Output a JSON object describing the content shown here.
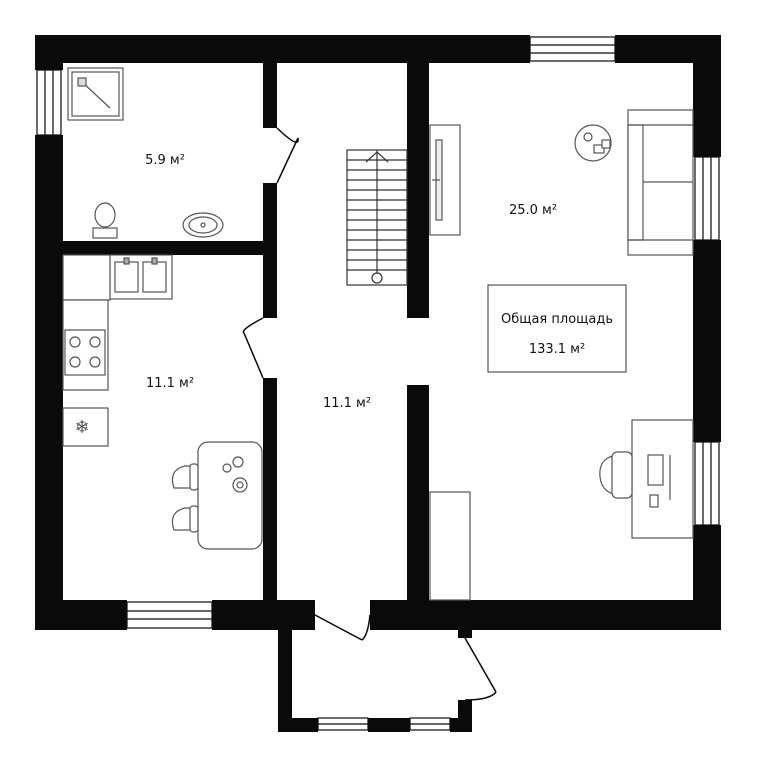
{
  "rooms": {
    "bathroom": {
      "area": "5.9 м²"
    },
    "kitchen": {
      "area": "11.1 м²"
    },
    "hall": {
      "area": "11.1 м²"
    },
    "living": {
      "area": "25.0 м²"
    }
  },
  "total": {
    "title": "Общая площадь",
    "value": "133.1 м²"
  },
  "colors": {
    "wall": "#0a0a0a",
    "furniture_stroke": "#555555",
    "background": "#ffffff"
  }
}
